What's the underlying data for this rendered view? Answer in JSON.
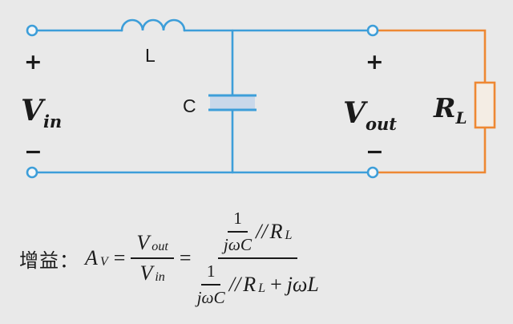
{
  "colors": {
    "wire_blue": "#3d9ed9",
    "load_orange": "#ee8833",
    "capacitor_fill": "#c9d8ea",
    "background": "#e9e9e9",
    "text": "#1a1a1a"
  },
  "circuit": {
    "vin_plus": "+",
    "vin_base": "V",
    "vin_sub": "in",
    "vin_minus": "−",
    "inductor_label": "L",
    "capacitor_label": "C",
    "vout_plus": "+",
    "vout_base": "V",
    "vout_sub": "out",
    "vout_minus": "−",
    "rl_base": "R",
    "rl_sub": "L"
  },
  "formula": {
    "prefix": "增益：",
    "lhs_base": "A",
    "lhs_sub": "V",
    "eq1": "=",
    "f1_num_base": "V",
    "f1_num_sub": "out",
    "f1_den_base": "V",
    "f1_den_sub": "in",
    "eq2": "=",
    "inner_num": "1",
    "inner_den": "jωC",
    "par_op": "//",
    "r_base": "R",
    "r_sub": "L",
    "plus": "+",
    "jwl": "jωL"
  }
}
